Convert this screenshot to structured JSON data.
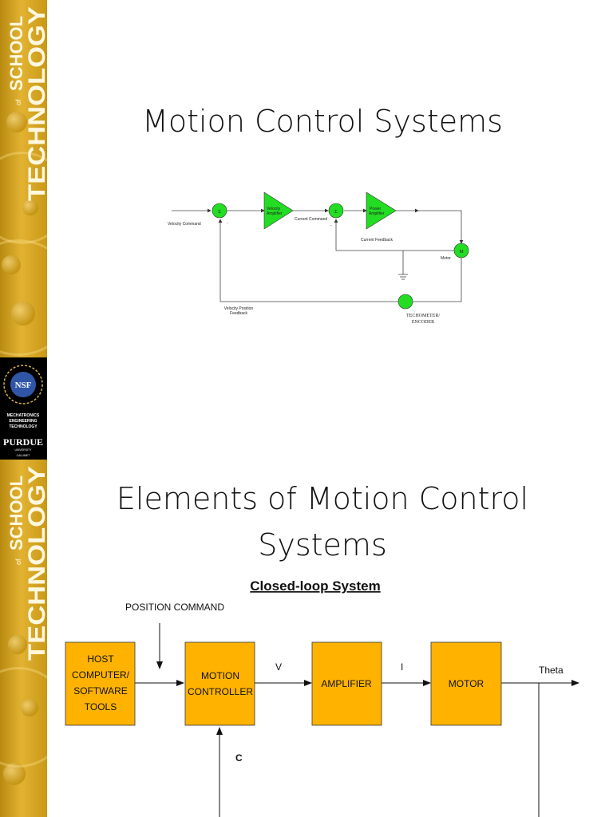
{
  "slide1": {
    "title": "Motion Control Systems",
    "diagram": {
      "velocity_command": "Velocity Command",
      "sum1_symbol": "Σ",
      "sum1_minus": "-",
      "velocity_amplifier": [
        "Velocity",
        "Amplifier"
      ],
      "current_command": "Current Command",
      "sum2_symbol": "Σ",
      "sum2_minus": "-",
      "power_amplifier": [
        "Power",
        "Amplifier"
      ],
      "current_feedback": "Current Feedback",
      "motor_symbol": "M",
      "motor_label": "Motor",
      "velocity_position_feedback": [
        "Velocity Position",
        "Feedback"
      ],
      "techometer_encoder": [
        "TECHOMETER/",
        "ENCODER"
      ]
    },
    "colors": {
      "node_green": "#22dd22",
      "line": "#333333"
    }
  },
  "slide2": {
    "title_lines": [
      "Elements of Motion Control",
      "Systems"
    ],
    "subtitle": "Closed-loop System",
    "position_command": "POSITION COMMAND",
    "blocks": {
      "host": [
        "HOST",
        "COMPUTER/",
        "SOFTWARE",
        "TOOLS"
      ],
      "controller": [
        "MOTION",
        "CONTROLLER"
      ],
      "amplifier": [
        "AMPLIFIER"
      ],
      "motor": [
        "MOTOR"
      ]
    },
    "signal_v": "V",
    "signal_i": "I",
    "signal_c": "C",
    "output_theta": "Theta",
    "colors": {
      "block_fill": "#ffb300",
      "block_stroke": "#333333"
    }
  },
  "sidebar": {
    "brand_small": "SCHOOL",
    "brand_of": "of",
    "brand_large": "TECHNOLOGY",
    "badge_logo": "NSF",
    "badge_lines": [
      "MECHATRONICS",
      "ENGINEERING",
      "TECHNOLOGY"
    ],
    "badge_univ": "PURDUE",
    "badge_univ_sub": "UNIVERSITY",
    "badge_campus": "CALUMET"
  }
}
